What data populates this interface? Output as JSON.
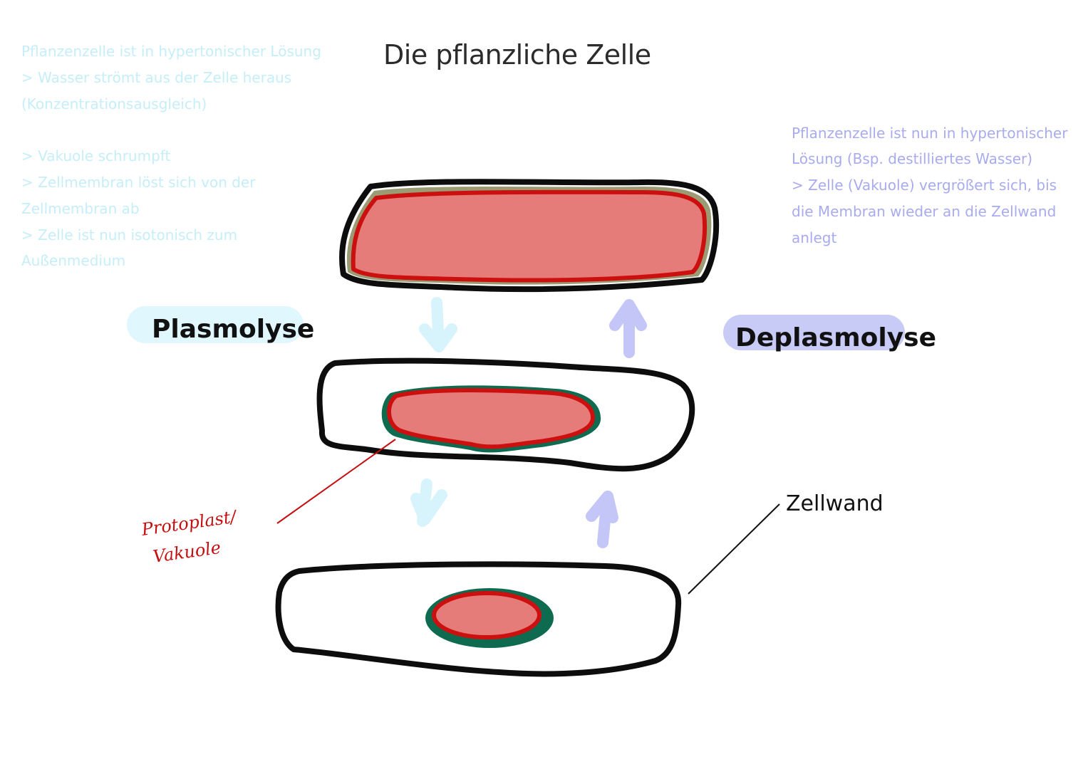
{
  "title": "Die pflanzliche Zelle",
  "notes": {
    "left": [
      "Pflanzenzelle ist in hypertonischer Lösung",
      "> Wasser strömt aus der Zelle heraus",
      "(Konzentrationsausgleich)",
      "",
      "> Vakuole schrumpft",
      "> Zellmembran löst sich von der",
      "Zellmembran ab",
      "> Zelle ist nun isotonisch zum",
      "Außenmedium"
    ],
    "right": [
      "Pflanzenzelle ist nun in hypertonischer",
      "Lösung (Bsp. destilliertes Wasser)",
      "> Zelle (Vakuole) vergrößert sich, bis",
      "die Membran wieder an die Zellwand",
      "anlegt"
    ]
  },
  "labels": {
    "plasmolyse": "Plasmolyse",
    "deplasmolyse": "Deplasmolyse",
    "zellwand": "Zellwand",
    "protoplast_line1": "Protoplast/",
    "protoplast_line2": "Vakuole"
  },
  "colors": {
    "plasmolyse_pill": "#e0f7fd",
    "deplasmolyse_pill": "#c9cbf7",
    "arrow_down": "#d7f3fb",
    "arrow_up": "#c3c6f6",
    "vacuole_fill": "#e57c79",
    "vacuole_outline": "#cc1010",
    "membrane_green": "#0e6b4f",
    "cytoplasm_olive": "#9b9b74",
    "cell_wall": "#0d0d0d",
    "annotation_red": "#c40f10"
  },
  "icons": {
    "down_arrow": "down-arrow-icon",
    "up_arrow": "up-arrow-icon"
  }
}
